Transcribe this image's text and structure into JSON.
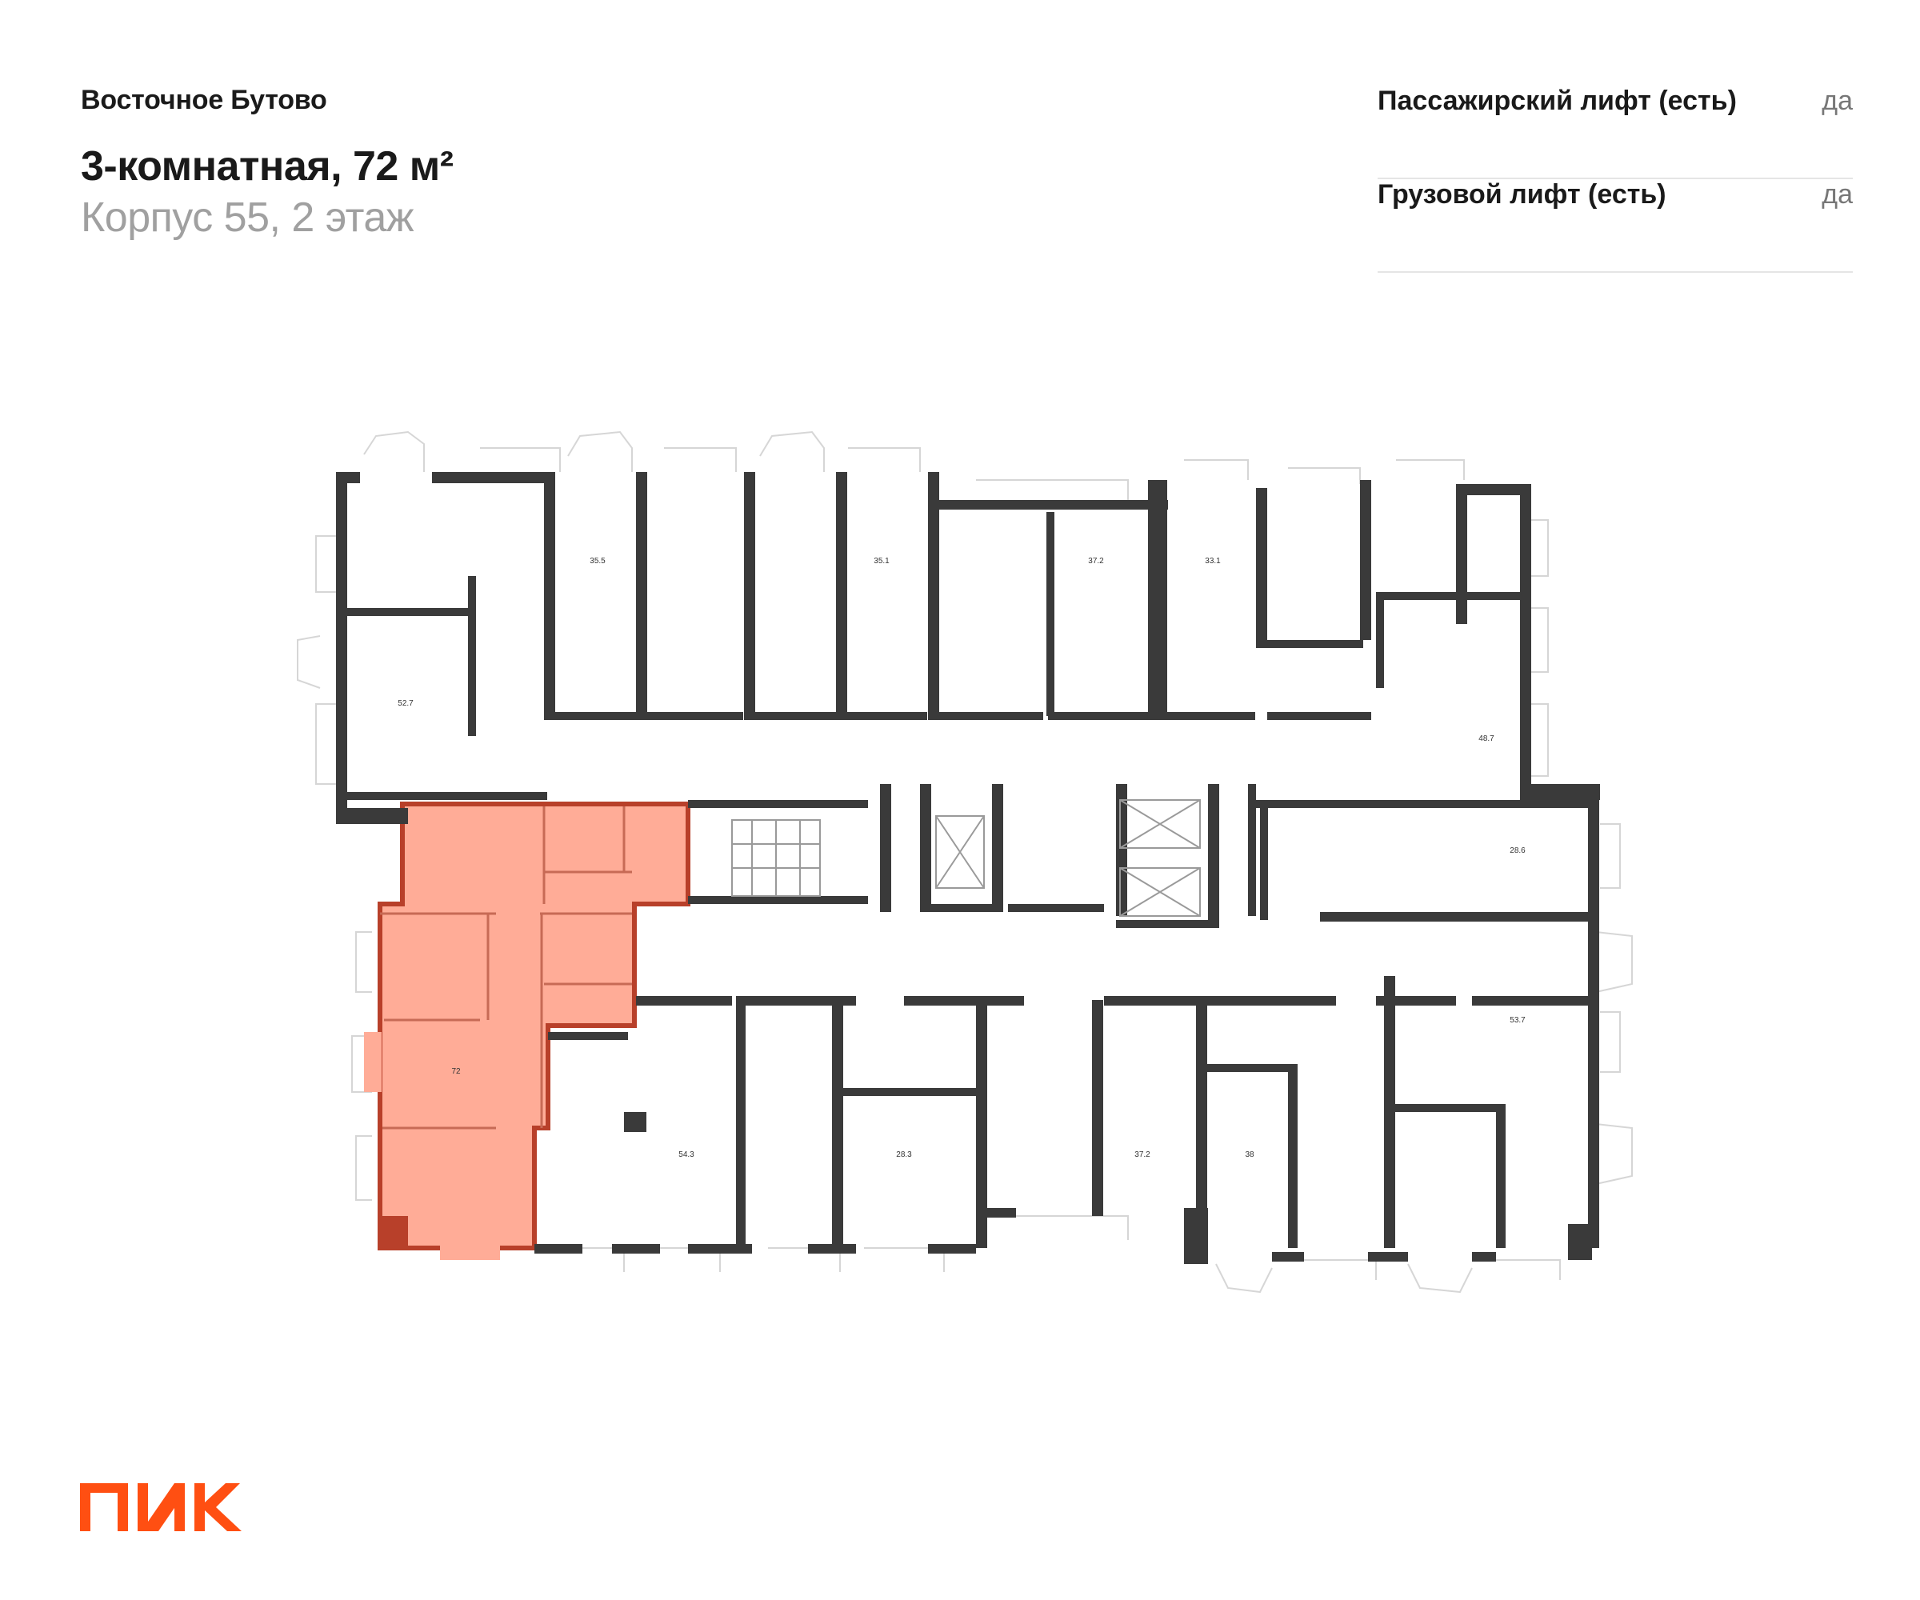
{
  "header": {
    "complex_name": "Восточное Бутово",
    "apartment_title": "3-комнатная, 72 м²",
    "location": "Корпус 55, 2 этаж"
  },
  "features": [
    {
      "label": "Пассажирский лифт (есть)",
      "value": "да"
    },
    {
      "label": "Грузовой лифт (есть)",
      "value": "да"
    }
  ],
  "plan": {
    "highlight_color": "#ff9f86",
    "highlight_wall_color": "#b8402a",
    "wall_color": "#3a3a3a",
    "apartment_areas": [
      "35.5",
      "35.1",
      "37.2",
      "33.1",
      "52.7",
      "48.7",
      "28.6",
      "53.7",
      "72",
      "54.3",
      "28.3",
      "37.2",
      "38"
    ]
  },
  "brand": {
    "logo_text": "ПИК",
    "color": "#ff4f12"
  }
}
